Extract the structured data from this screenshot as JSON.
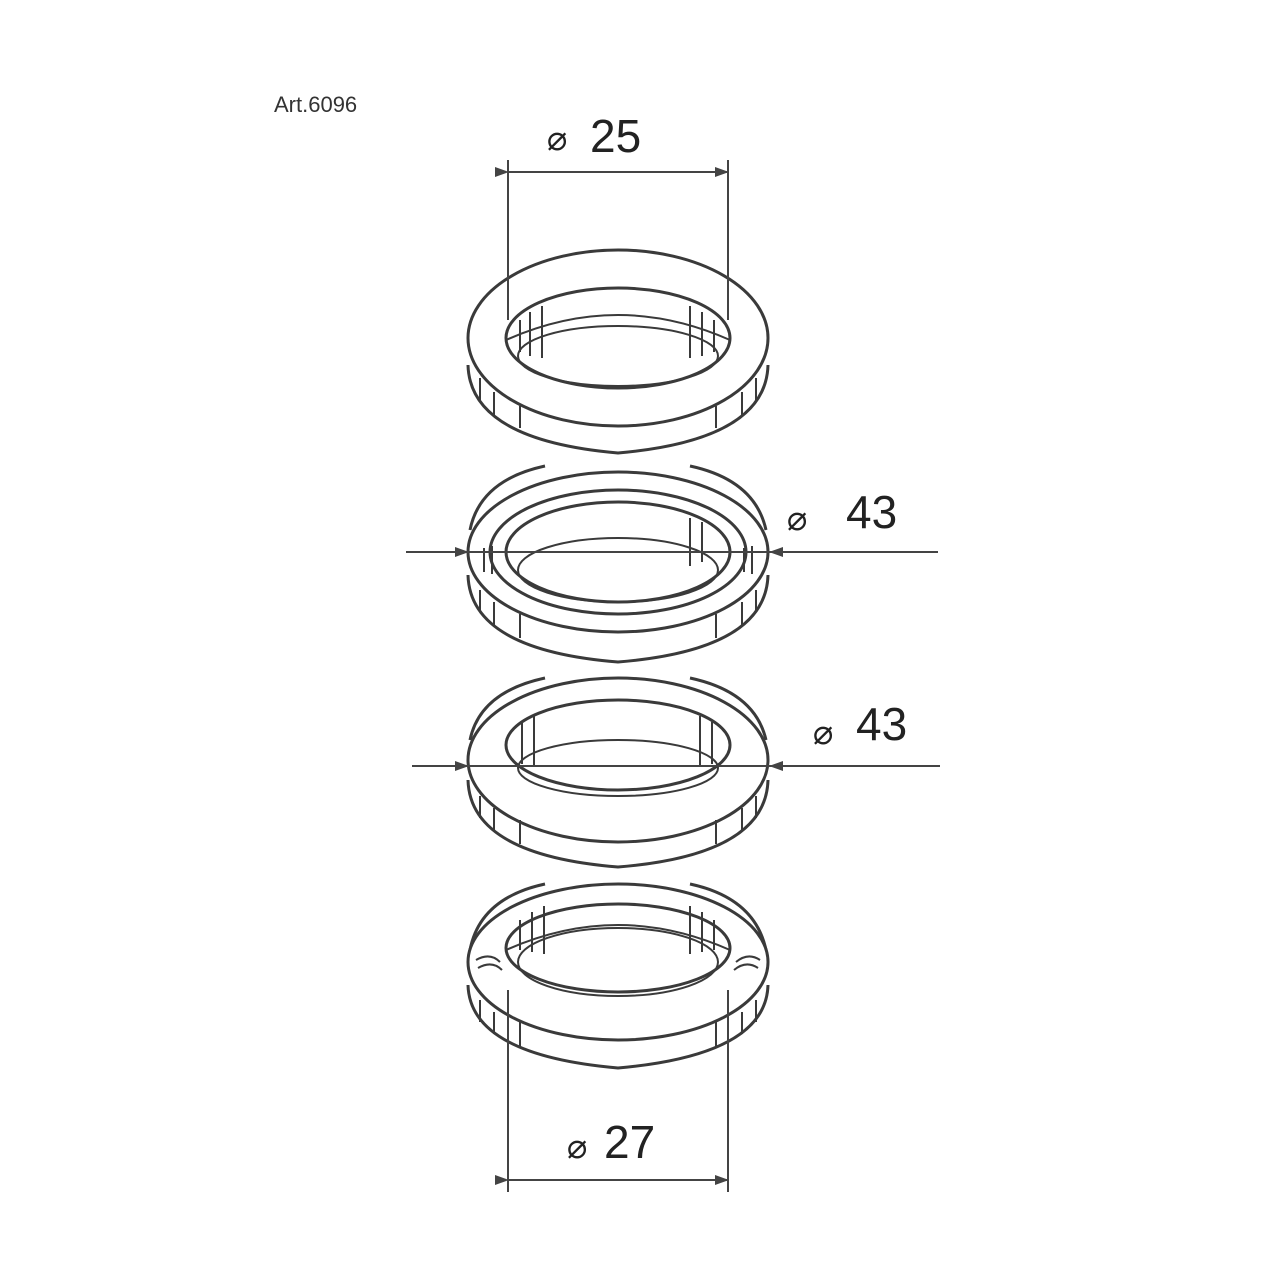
{
  "article": "Art.6096",
  "diameter_symbol": "⌀",
  "dimensions": {
    "top_inner": "25",
    "race_outer_1": "43",
    "race_outer_2": "43",
    "bottom_inner": "27"
  }
}
